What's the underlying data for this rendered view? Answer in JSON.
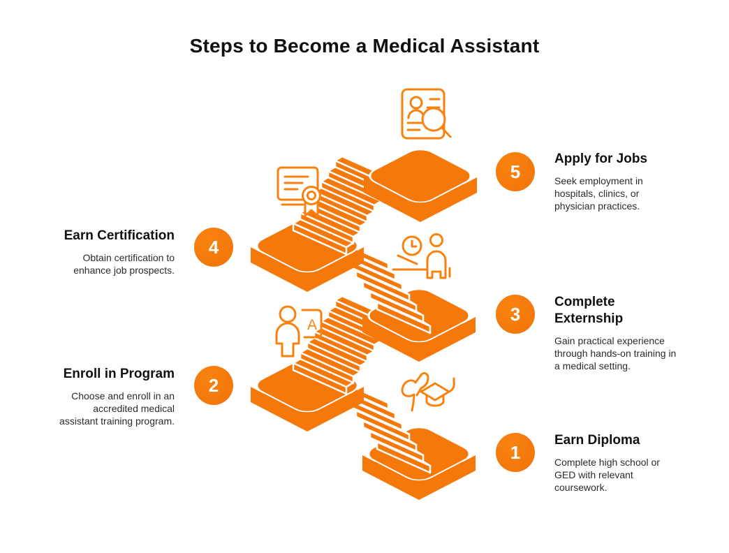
{
  "title": "Steps to Become a Medical Assistant",
  "colors": {
    "orange_fill": "#F5780A",
    "icon_stroke": "#F9820E",
    "step_edge_white": "#FFFFFF",
    "title_text": "#111111",
    "body_text": "#2B2B2B",
    "number_text": "#FFFFFF",
    "background": "#FFFFFF"
  },
  "icons": {
    "board_letter": "A"
  },
  "steps": [
    {
      "number": "1",
      "title": "Earn Diploma",
      "description": "Complete high school or GED with relevant coursework.",
      "icon": "graduation-cap-icon",
      "side": "right"
    },
    {
      "number": "2",
      "title": "Enroll in Program",
      "description": "Choose and enroll in an accredited medical assistant training program.",
      "icon": "training-board-icon",
      "side": "left"
    },
    {
      "number": "3",
      "title": "Complete Externship",
      "description": "Gain practical experience through hands-on training in a medical setting.",
      "icon": "patient-care-icon",
      "side": "right"
    },
    {
      "number": "4",
      "title": "Earn Certification",
      "description": "Obtain certification to enhance job prospects.",
      "icon": "certificate-icon",
      "side": "left"
    },
    {
      "number": "5",
      "title": "Apply for Jobs",
      "description": "Seek employment in hospitals, clinics, or physician practices.",
      "icon": "job-search-icon",
      "side": "right"
    }
  ]
}
